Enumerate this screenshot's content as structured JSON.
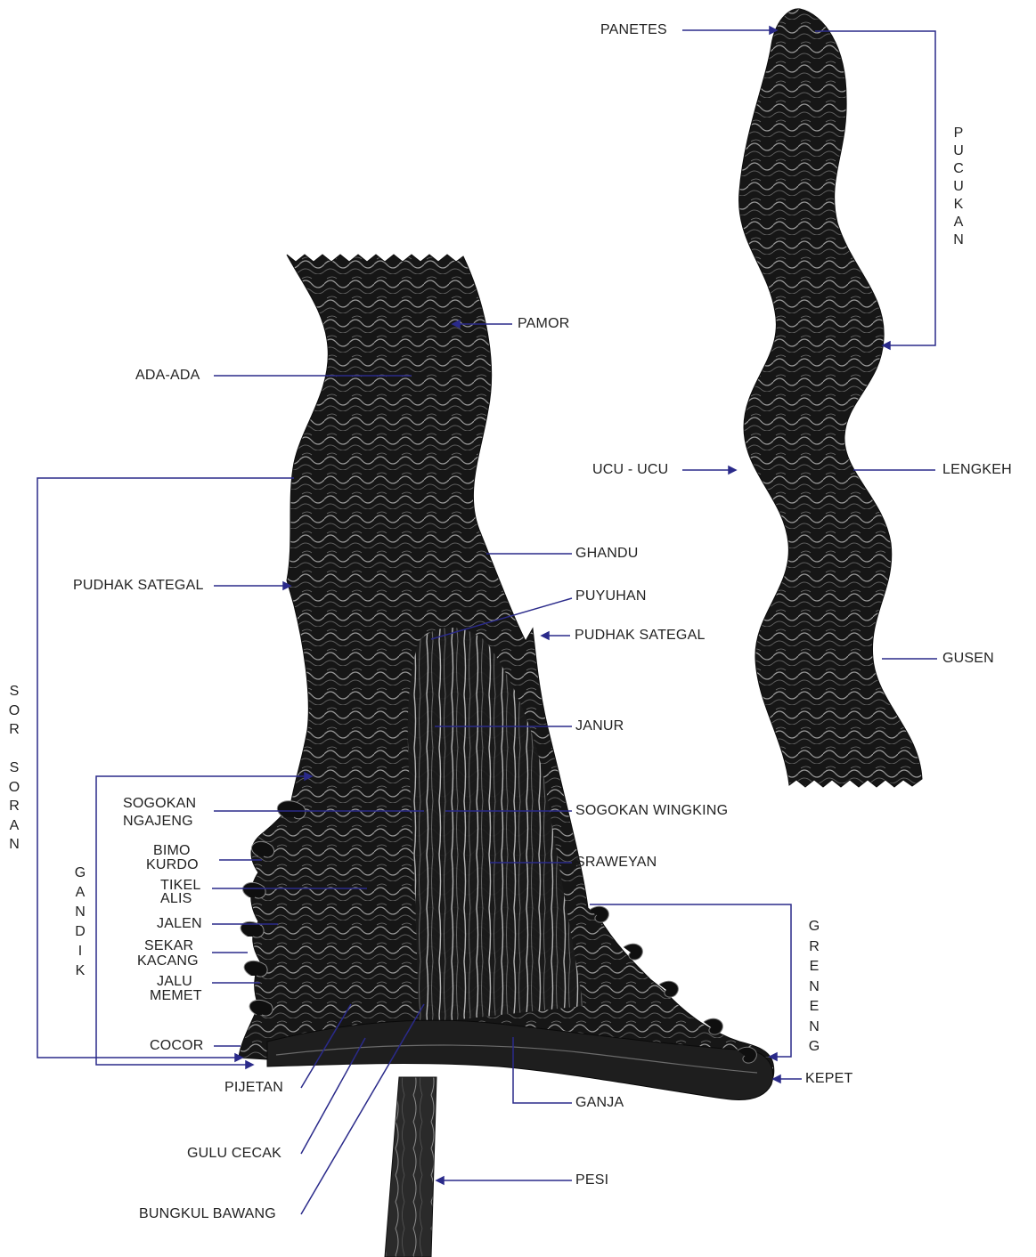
{
  "diagram": {
    "colors": {
      "leader": "#2a2a8a",
      "blade": "#1b1b1b",
      "pamor": "#bdbdbd",
      "text": "#222222"
    },
    "labels": {
      "panetes": "PANETES",
      "pamor": "PAMOR",
      "ada_ada": "ADA-ADA",
      "ucu_ucu": "UCU - UCU",
      "lengkeh": "LENGKEH",
      "ghandu": "GHANDU",
      "pudhak_sategal_left": "PUDHAK SATEGAL",
      "puyuhan": "PUYUHAN",
      "pudhak_sategal_right": "PUDHAK SATEGAL",
      "gusen": "GUSEN",
      "janur": "JANUR",
      "sogokan_ngajeng_1": "SOGOKAN",
      "sogokan_ngajeng_2": "NGAJENG",
      "sogokan_wingking": "SOGOKAN WINGKING",
      "bimo_kurdo_1": "BIMO",
      "bimo_kurdo_2": "KURDO",
      "sraweyan": "SRAWEYAN",
      "tikel_alis_1": "TIKEL",
      "tikel_alis_2": "ALIS",
      "jalen": "JALEN",
      "sekar_kacang_1": "SEKAR",
      "sekar_kacang_2": "KACANG",
      "jalu_memet_1": "JALU",
      "jalu_memet_2": "MEMET",
      "cocor": "COCOR",
      "kepet": "KEPET",
      "pijetan": "PIJETAN",
      "ganja": "GANJA",
      "gulu_cecak": "GULU CECAK",
      "pesi": "PESI",
      "bungkul_bawang": "BUNGKUL BAWANG"
    },
    "vertical_labels": {
      "pucukan": [
        "P",
        "U",
        "C",
        "U",
        "K",
        "A",
        "N"
      ],
      "sor_soran": [
        "S",
        "O",
        "R",
        "",
        "S",
        "O",
        "R",
        "A",
        "N"
      ],
      "gandik": [
        "G",
        "A",
        "N",
        "D",
        "I",
        "K"
      ],
      "greneng": [
        "G",
        "R",
        "E",
        "N",
        "E",
        "N",
        "G"
      ]
    }
  }
}
